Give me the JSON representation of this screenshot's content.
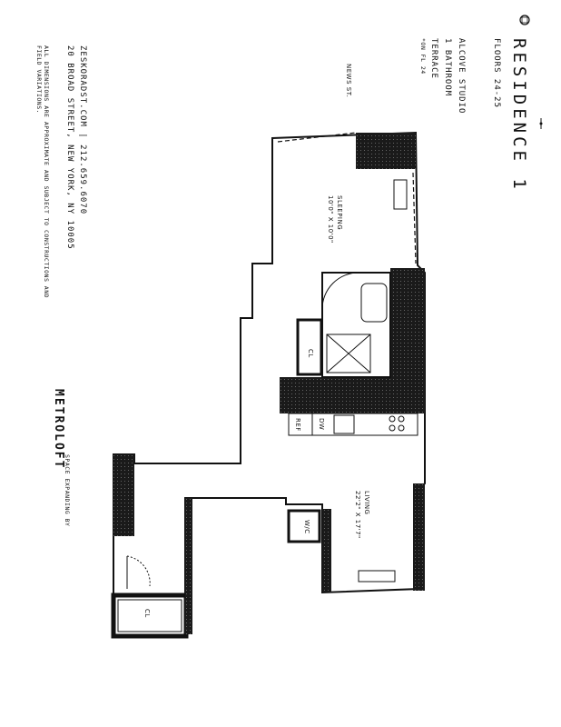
{
  "header": {
    "title": "RESIDENCE 1",
    "floors": "FLOORS 24-25",
    "unit_type": "ALCOVE STUDIO",
    "bathroom": "1 BATHROOM",
    "terrace": "TERRACE",
    "terrace_note": "*ON FL 24"
  },
  "street": {
    "label": "NEWS ST."
  },
  "rooms": {
    "sleeping_name": "SLEEPING",
    "sleeping_dim": "10'0\" X 10'0\"",
    "living_name": "LIVING",
    "living_dim": "22'2\" X 17'7\"",
    "closet_upper": "CL",
    "closet_lower": "CL",
    "wic": "W/C",
    "dw": "DW",
    "ref": "REF"
  },
  "contact": {
    "website_phone": "ZESKORADST.COM  |  212.659.6070",
    "address": "20 BROAD STREET, NEW YORK, NY 10005"
  },
  "disclaimer": {
    "line1": "ALL DIMENSIONS ARE APPROXIMATE AND SUBJECT TO CONSTRUCTIONS AND",
    "line2": "FIELD VARIATIONS."
  },
  "brand": {
    "name": "METROLOFT",
    "sub": "SPACE EXPANDING BY"
  },
  "icons": {
    "logo": "eho-icon",
    "compass": "north-arrow-icon"
  }
}
